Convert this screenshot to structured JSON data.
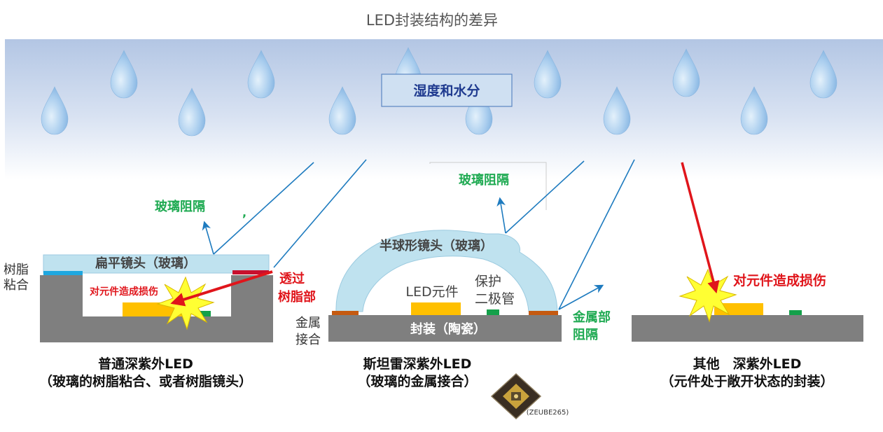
{
  "title": "LED封装结构的差异",
  "moisture_label": "湿度和水分",
  "colors": {
    "rain_top": "#b9cbe6",
    "rain_bottom": "#ffffff",
    "drop": "#8fbbe6",
    "glass": "#bfe2ef",
    "body": "#7f7f7f",
    "chip": "#ffc000",
    "green_label": "#1faa52",
    "red": "#e0151b",
    "arrow_blue": "#1e7bbf",
    "title_navy": "#1f3a8f"
  },
  "left": {
    "lens_label": "扁平镜头（玻璃）",
    "resin_label_1": "树脂",
    "resin_label_2": "粘合",
    "barrier_label": "玻璃阻隔",
    "damage_label": "对元件造成损伤",
    "penetrate_1": "透过",
    "penetrate_2": "树脂部",
    "caption_1": "普通深紫外LED",
    "caption_2": "（玻璃的树脂粘合、或者树脂镜头）"
  },
  "middle": {
    "barrier_label": "玻璃阻隔",
    "lens_label": "半球形镜头（玻璃）",
    "led_label": "LED元件",
    "diode_label_1": "保护",
    "diode_label_2": "二极管",
    "package_label": "封装（陶瓷）",
    "metal_joint_1": "金属",
    "metal_joint_2": "接合",
    "metal_barrier_1": "金属部",
    "metal_barrier_2": "阻隔",
    "caption_1": "斯坦雷深紫外LED",
    "caption_2": "（玻璃的金属接合）",
    "product_code": "(ZEUBE265)"
  },
  "right": {
    "damage_label": "对元件造成损伤",
    "caption_1": "其他　深紫外LED",
    "caption_2": "（元件处于敞开状态的封装）"
  }
}
